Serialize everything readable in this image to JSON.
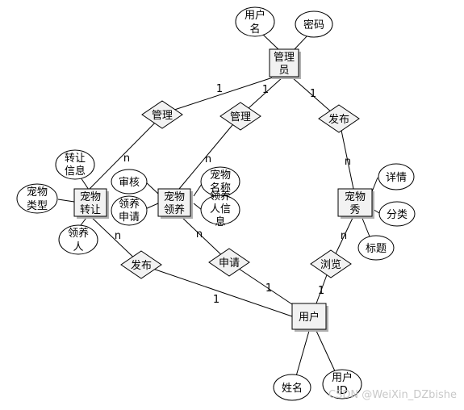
{
  "entities": {
    "admin": [
      "管理",
      "员"
    ],
    "transfer": [
      "宠物",
      "转让"
    ],
    "adopt": [
      "宠物",
      "领养"
    ],
    "show": [
      "宠物",
      "秀"
    ],
    "user": [
      "用户"
    ]
  },
  "relationships": {
    "manage1": "管理",
    "manage2": "管理",
    "publish1": "发布",
    "publish2": "发布",
    "apply": "申请",
    "browse": "浏览"
  },
  "attributes": {
    "username": [
      "用户",
      "名"
    ],
    "password": [
      "密码"
    ],
    "transfer_info": [
      "转让",
      "信息"
    ],
    "pet_type": [
      "宠物",
      "类型"
    ],
    "adopter": [
      "领养",
      "人"
    ],
    "review": [
      "审核"
    ],
    "adopt_apply": [
      "领养",
      "申请"
    ],
    "pet_name": [
      "宠物",
      "名称"
    ],
    "adopter_info": [
      "领养",
      "人信",
      "息"
    ],
    "details": [
      "详情"
    ],
    "category": [
      "分类"
    ],
    "title": [
      "标题"
    ],
    "name": [
      "姓名"
    ],
    "user_id": [
      "用户",
      "ID"
    ]
  },
  "cardinalities": {
    "admin_manage1": "1",
    "admin_manage2": "1",
    "admin_publish2": "1",
    "manage1_transfer": "n",
    "manage2_adopt": "n",
    "publish2_show": "n",
    "transfer_publish1": "n",
    "publish1_user": "1",
    "adopt_apply": "n",
    "apply_user": "1",
    "show_browse": "n",
    "browse_user": "1"
  },
  "watermark": "CSDN @WeiXin_DZbishe"
}
